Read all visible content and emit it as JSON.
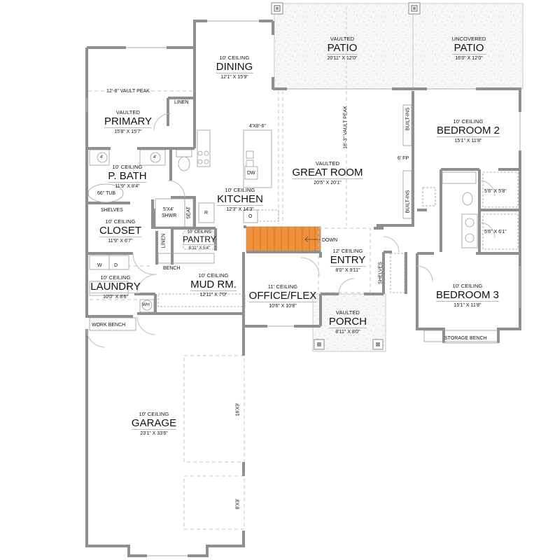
{
  "plan": {
    "title": "Floor Plan",
    "colors": {
      "wall": "#9a9a9a",
      "wall_edge": "#6f6f6f",
      "stair": "#f0913a",
      "stair_line": "#c8641a",
      "patio_fill": "#f6f6f6",
      "dashed": "#c4c4c4",
      "text": "#111111"
    }
  },
  "rooms": [
    {
      "id": "patio-vaulted",
      "pre": "VAULTED",
      "name": "PATIO",
      "dim": "20'11\" X 12'0\""
    },
    {
      "id": "patio-uncovered",
      "pre": "UNCOVERED",
      "name": "PATIO",
      "dim": "16'0\" X 12'0\""
    },
    {
      "id": "dining",
      "pre": "10' CEILING",
      "name": "DINING",
      "dim": "12'1\" X 15'9\""
    },
    {
      "id": "primary",
      "pre": "VAULTED",
      "name": "PRIMARY",
      "dim": "15'8\" X 15'7\""
    },
    {
      "id": "bedroom-2",
      "pre": "10' CEILING",
      "name": "BEDROOM 2",
      "dim": "15'1\" X 11'8\""
    },
    {
      "id": "great-room",
      "pre": "VAULTED",
      "name": "GREAT ROOM",
      "dim": "20'5\" X 20'1\""
    },
    {
      "id": "p-bath",
      "pre": "10' CEILING",
      "name": "P. BATH",
      "dim": "11'9\" X 8'4\""
    },
    {
      "id": "kitchen",
      "pre": "10' CEILING",
      "name": "KITCHEN",
      "dim": "12'3\" X 14'3\""
    },
    {
      "id": "closet",
      "pre": "10' CEILING",
      "name": "CLOSET",
      "dim": "11'9\" X 6'7\""
    },
    {
      "id": "pantry",
      "pre": "10' CEILING",
      "name": "PANTRY",
      "dim": "6'11\" X 5'4\""
    },
    {
      "id": "entry",
      "pre": "12' CEILING",
      "name": "ENTRY",
      "dim": "8'0\" X 9'11\""
    },
    {
      "id": "laundry",
      "pre": "10' CEILING",
      "name": "LAUNDRY",
      "dim": "10'0\" X 8'6\""
    },
    {
      "id": "mud-room",
      "pre": "10' CEILING",
      "name": "MUD RM.",
      "dim": "12'11\" X 7'0\""
    },
    {
      "id": "office-flex",
      "pre": "11' CEILING",
      "name": "OFFICE/FLEX",
      "dim": "10'6\" X 10'8\""
    },
    {
      "id": "bedroom-3",
      "pre": "10' CEILING",
      "name": "BEDROOM 3",
      "dim": "15'1\" X 11'8\""
    },
    {
      "id": "porch",
      "pre": "VAULTED",
      "name": "PORCH",
      "dim": "8'11\" X 8'0\""
    },
    {
      "id": "garage",
      "pre": "10' CEILING",
      "name": "GARAGE",
      "dim": "23'1\" X 33'6\""
    }
  ],
  "notes": {
    "vault_peak_primary": "12'-8\" VAULT PEAK",
    "linen_primary": "LINEN",
    "island": "4'X8'-6\"",
    "vault_peak_great": "18'-3\" VAULT PEAK",
    "built_ins_upper": "BUILT-INS",
    "built_ins_lower": "BUILT-INS",
    "fireplace": "6' FP",
    "sink_left": "4'",
    "sink_right": "4'",
    "tub": "66\" TUB",
    "dishwasher": "DW",
    "shower": "5'X4'",
    "shower_label": "SHWR",
    "seat": "SEAT",
    "refrigerator": "R",
    "oven": "O",
    "shelves_closet": "SHELVES",
    "linen_hall": "LINEN",
    "down": "DOWN",
    "bath2_a": "5'6\" X 5'8\"",
    "bath2_b": "5'6\" X 6'1\"",
    "washer": "W",
    "dryer": "D",
    "bench": "BENCH",
    "shelves_entry": "SHELVES",
    "water_heater": "WH",
    "work_bench": "WORK BENCH",
    "storage_bench": "STORAGE BENCH",
    "garage_door_large": "16'X9'",
    "garage_door_small": "8'X9'"
  }
}
